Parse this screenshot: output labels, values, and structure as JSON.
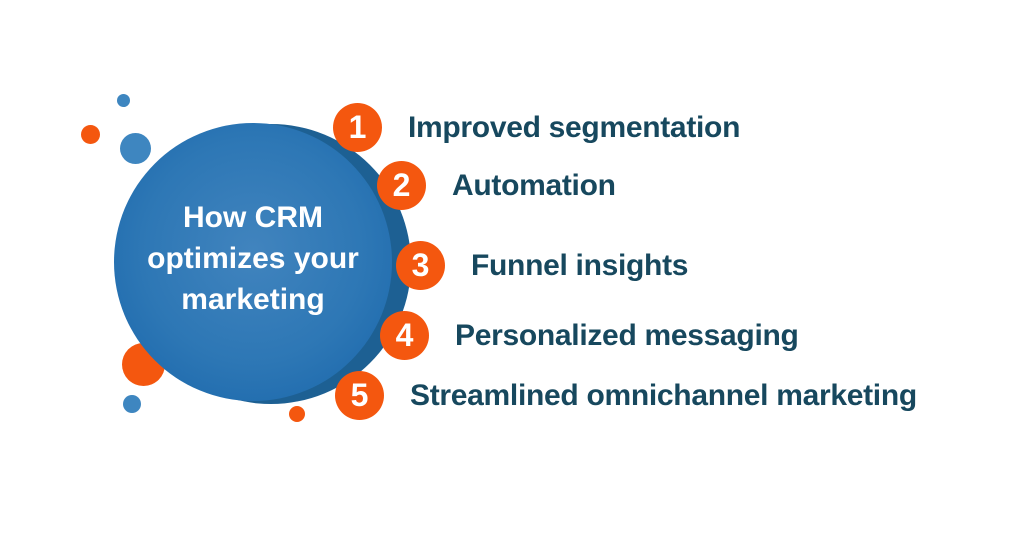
{
  "title": {
    "lines": [
      "How CRM",
      "optimizes your",
      "marketing"
    ]
  },
  "items": [
    {
      "number": "1",
      "label": "Improved segmentation"
    },
    {
      "number": "2",
      "label": "Automation"
    },
    {
      "number": "3",
      "label": "Funnel insights"
    },
    {
      "number": "4",
      "label": "Personalized messaging"
    },
    {
      "number": "5",
      "label": "Streamlined omnichannel marketing"
    }
  ],
  "colors": {
    "orange": "#f4570f",
    "blue_main": "#2d77b5",
    "blue_dark": "#1d6093",
    "blue_dot": "#3e86c0",
    "text": "#17485e",
    "title_text": "#ffffff",
    "number_text": "#ffffff",
    "background": "#ffffff"
  }
}
